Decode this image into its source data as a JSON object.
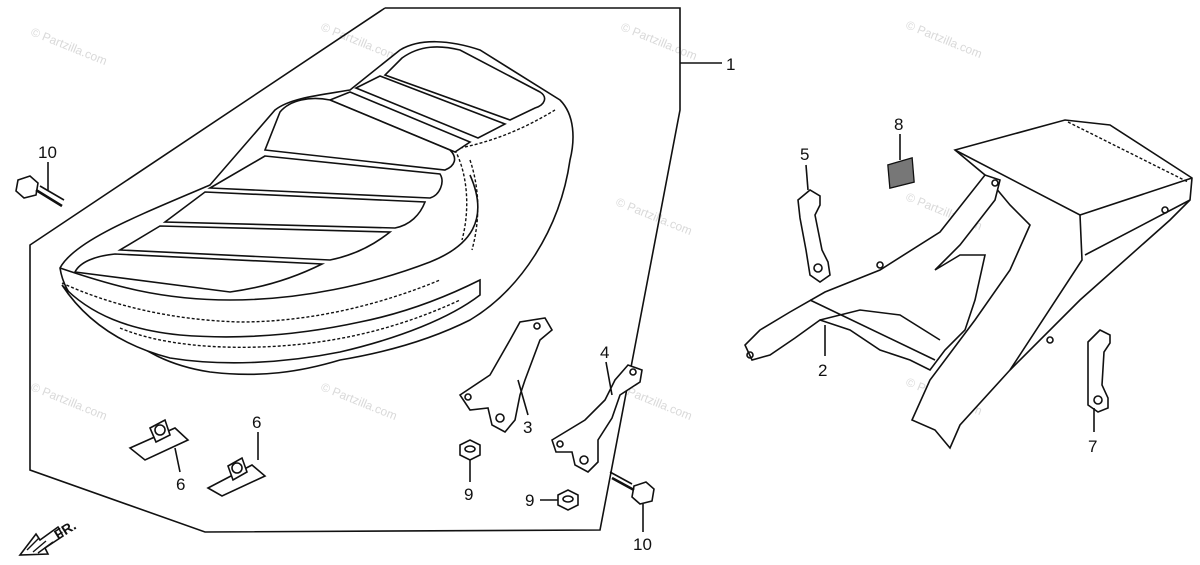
{
  "watermark": {
    "text": "© Partzilla.com",
    "color": "#d9d9d9"
  },
  "direction_marker": {
    "label": "FR.",
    "icon": "arrow-left-down"
  },
  "callouts": [
    {
      "id": "c1",
      "label": "1"
    },
    {
      "id": "c2",
      "label": "2"
    },
    {
      "id": "c3",
      "label": "3"
    },
    {
      "id": "c4",
      "label": "4"
    },
    {
      "id": "c5",
      "label": "5"
    },
    {
      "id": "c6a",
      "label": "6"
    },
    {
      "id": "c6b",
      "label": "6"
    },
    {
      "id": "c7",
      "label": "7"
    },
    {
      "id": "c8",
      "label": "8"
    },
    {
      "id": "c9a",
      "label": "9"
    },
    {
      "id": "c9b",
      "label": "9"
    },
    {
      "id": "c10a",
      "label": "10"
    },
    {
      "id": "c10b",
      "label": "10"
    }
  ],
  "colors": {
    "line": "#111111",
    "background": "#ffffff"
  }
}
